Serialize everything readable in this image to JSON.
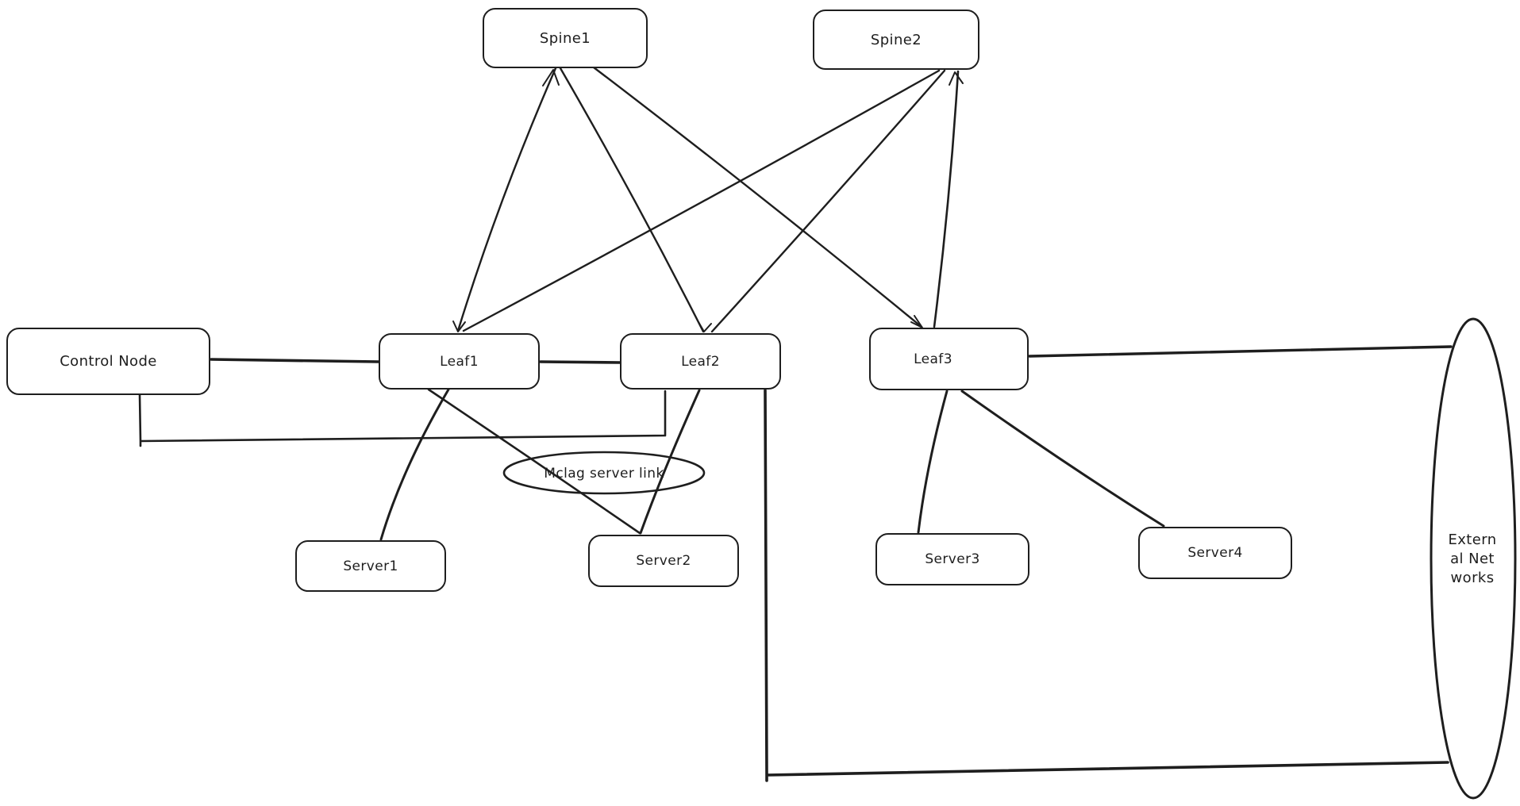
{
  "diagram": {
    "type": "network-topology-sketch",
    "colors": {
      "stroke": "#1e1e1e",
      "background": "#ffffff"
    },
    "nodes": {
      "spine1": {
        "label": "Spine1",
        "shape": "rounded-rectangle"
      },
      "spine2": {
        "label": "Spine2",
        "shape": "rounded-rectangle"
      },
      "control": {
        "label": "Control Node",
        "shape": "rounded-rectangle"
      },
      "leaf1": {
        "label": "Leaf1",
        "shape": "rounded-rectangle"
      },
      "leaf2": {
        "label": "Leaf2",
        "shape": "rounded-rectangle"
      },
      "leaf3": {
        "label": "Leaf3",
        "shape": "rounded-rectangle"
      },
      "server1": {
        "label": "Server1",
        "shape": "rounded-rectangle"
      },
      "server2": {
        "label": "Server2",
        "shape": "rounded-rectangle"
      },
      "server3": {
        "label": "Server3",
        "shape": "rounded-rectangle"
      },
      "server4": {
        "label": "Server4",
        "shape": "rounded-rectangle"
      },
      "mclag": {
        "label": "Mclag server link",
        "shape": "ellipse"
      },
      "external": {
        "label": "External Networks",
        "shape": "ellipse"
      }
    },
    "edges": [
      {
        "from": "Spine1",
        "to": "Leaf1"
      },
      {
        "from": "Spine1",
        "to": "Leaf2"
      },
      {
        "from": "Spine1",
        "to": "Leaf3"
      },
      {
        "from": "Spine2",
        "to": "Leaf1"
      },
      {
        "from": "Spine2",
        "to": "Leaf2"
      },
      {
        "from": "Spine2",
        "to": "Leaf3"
      },
      {
        "from": "Control Node",
        "to": "Leaf1"
      },
      {
        "from": "Control Node",
        "to": "Leaf2",
        "style": "elbow"
      },
      {
        "from": "Leaf1",
        "to": "Leaf2"
      },
      {
        "from": "Leaf1",
        "to": "Server1"
      },
      {
        "from": "Leaf1",
        "to": "Server2",
        "via": "Mclag server link"
      },
      {
        "from": "Leaf2",
        "to": "Server2",
        "via": "Mclag server link"
      },
      {
        "from": "Leaf2",
        "to": "External Networks",
        "style": "elbow"
      },
      {
        "from": "Leaf3",
        "to": "Server3"
      },
      {
        "from": "Leaf3",
        "to": "Server4"
      },
      {
        "from": "Leaf3",
        "to": "External Networks"
      }
    ]
  }
}
